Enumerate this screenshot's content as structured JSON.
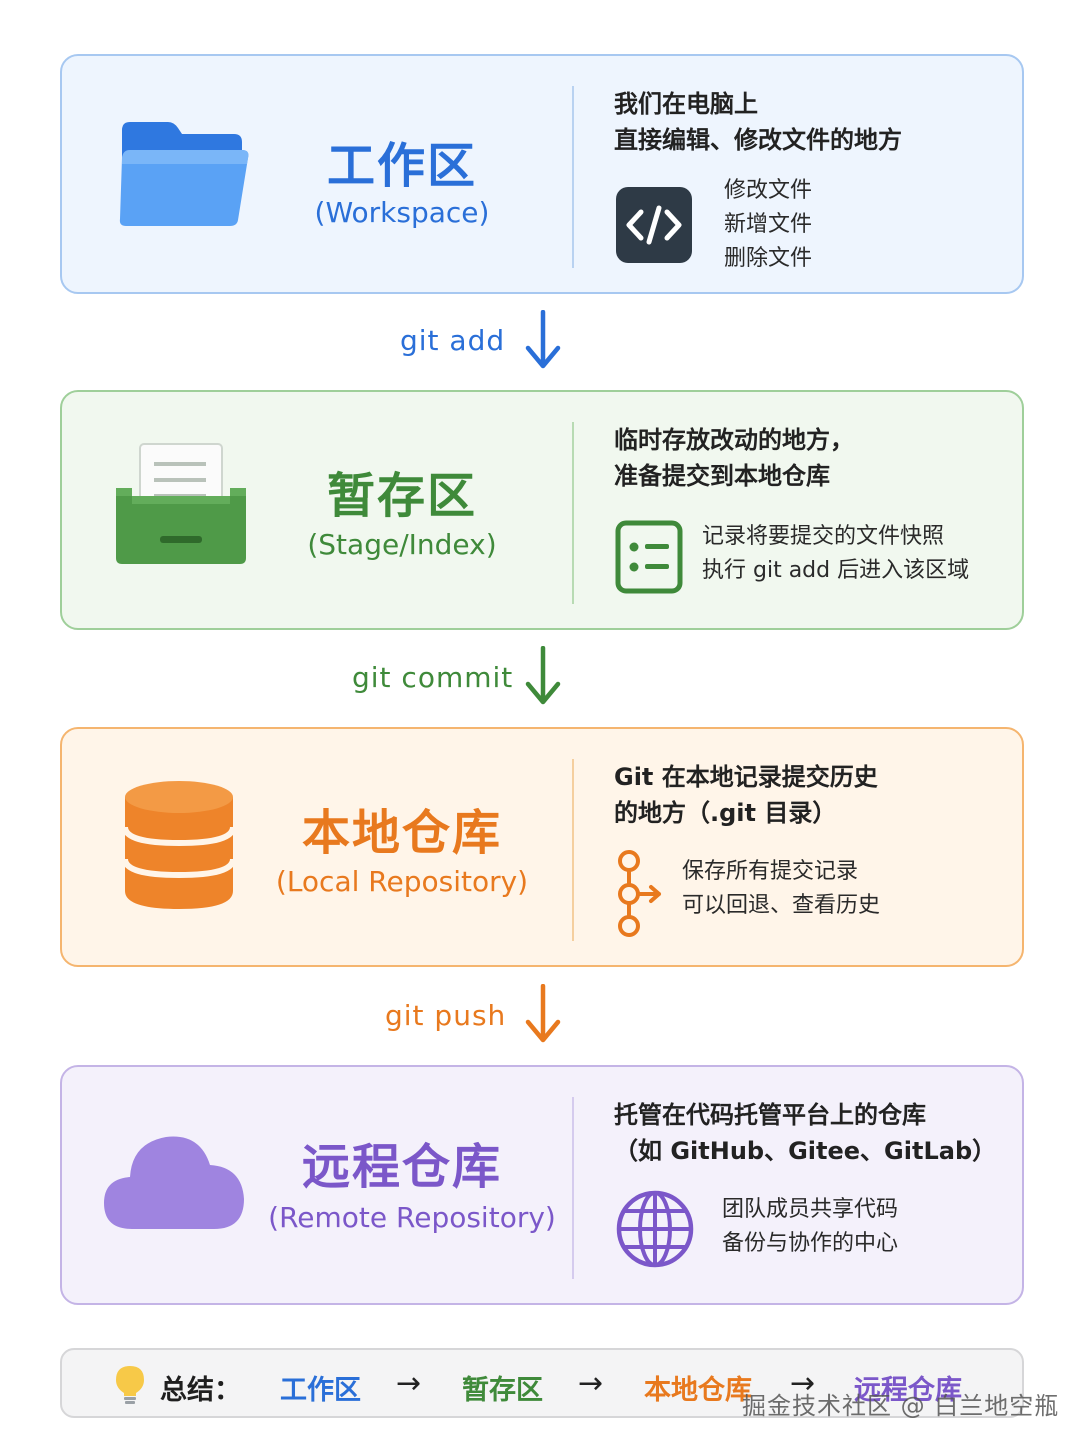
{
  "colors": {
    "blue": "#2a6fd8",
    "green": "#3f8a3a",
    "orange": "#e8791e",
    "purple": "#7b57c9"
  },
  "stages": [
    {
      "title": "工作区",
      "subtitle": "(Workspace)",
      "icon": "folder-icon",
      "desc": "我们在电脑上\n直接编辑、修改文件的地方",
      "detail_icon": "code-icon",
      "detail": "修改文件\n新增文件\n删除文件"
    },
    {
      "title": "暂存区",
      "subtitle": "(Stage/Index)",
      "icon": "inbox-tray-icon",
      "desc": "临时存放改动的地方，\n准备提交到本地仓库",
      "detail_icon": "checklist-icon",
      "detail": "记录将要提交的文件快照\n执行 git add 后进入该区域"
    },
    {
      "title": "本地仓库",
      "subtitle": "(Local Repository)",
      "icon": "database-icon",
      "desc": "Git 在本地记录提交历史\n的地方（.git 目录）",
      "detail_icon": "git-branch-icon",
      "detail": "保存所有提交记录\n可以回退、查看历史"
    },
    {
      "title": "远程仓库",
      "subtitle": "(Remote Repository)",
      "icon": "cloud-icon",
      "desc": "托管在代码托管平台上的仓库\n（如 GitHub、Gitee、GitLab）",
      "detail_icon": "globe-icon",
      "detail": "团队成员共享代码\n备份与协作的中心"
    }
  ],
  "commands": [
    "git add",
    "git commit",
    "git push"
  ],
  "summary": {
    "icon": "lightbulb-icon",
    "label": "总结：",
    "items": [
      "工作区",
      "暂存区",
      "本地仓库",
      "远程仓库"
    ],
    "arrow": "→"
  },
  "watermark": "掘金技术社区 @ 白兰地空瓶"
}
